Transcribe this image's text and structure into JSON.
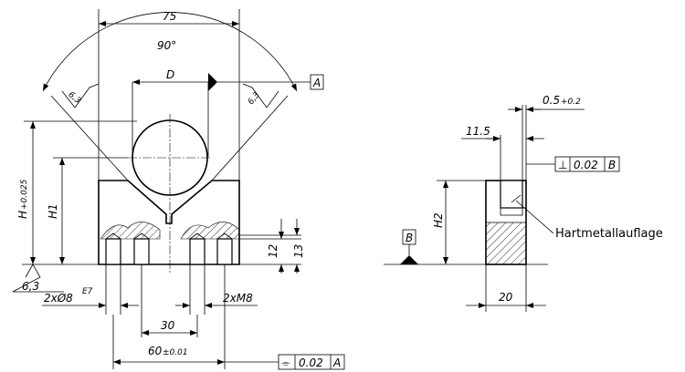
{
  "front": {
    "dim_width": "75",
    "dim_angle": "90°",
    "dim_d": "D",
    "datum_a": "A",
    "rough_left": "6,3",
    "rough_right": "6,3",
    "dim_h": "H",
    "dim_h_tol": "+0.025",
    "dim_h1": "H1",
    "dim_12": "12",
    "dim_13": "13",
    "rough_base": "6,3",
    "holes_left": "2xØ8",
    "holes_left_fit": "E7",
    "holes_right": "2xM8",
    "dim_30": "30",
    "dim_60": "60",
    "dim_60_tol": "±0.01",
    "flatness_symbol": "⌯",
    "flatness_value": "0.02",
    "flatness_datum": "A"
  },
  "side": {
    "dim_gap": "0.5",
    "dim_gap_tol": "+0.2",
    "dim_11_5": "11.5",
    "perp_symbol": "⊥",
    "perp_value": "0.02",
    "perp_datum": "B",
    "datum_b": "B",
    "dim_h2": "H2",
    "label_insert": "Hartmetallauflage",
    "dim_20": "20"
  }
}
